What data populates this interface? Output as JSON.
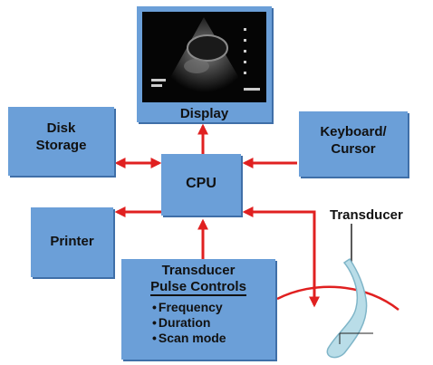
{
  "blocks": {
    "display": "Display",
    "disk_storage": [
      "Disk",
      "Storage"
    ],
    "keyboard": [
      "Keyboard/",
      "Cursor"
    ],
    "cpu": "CPU",
    "printer": "Printer",
    "pulse_controls": {
      "title_line1": "Transducer",
      "title_line2": "Pulse Controls",
      "items": [
        "Frequency",
        "Duration",
        "Scan mode"
      ]
    }
  },
  "transducer_label": "Transducer",
  "colors": {
    "block_fill": "#6b9fd8",
    "block_shadow": "#3f6fa8",
    "arrow": "#e02020",
    "screen": "#050505"
  }
}
